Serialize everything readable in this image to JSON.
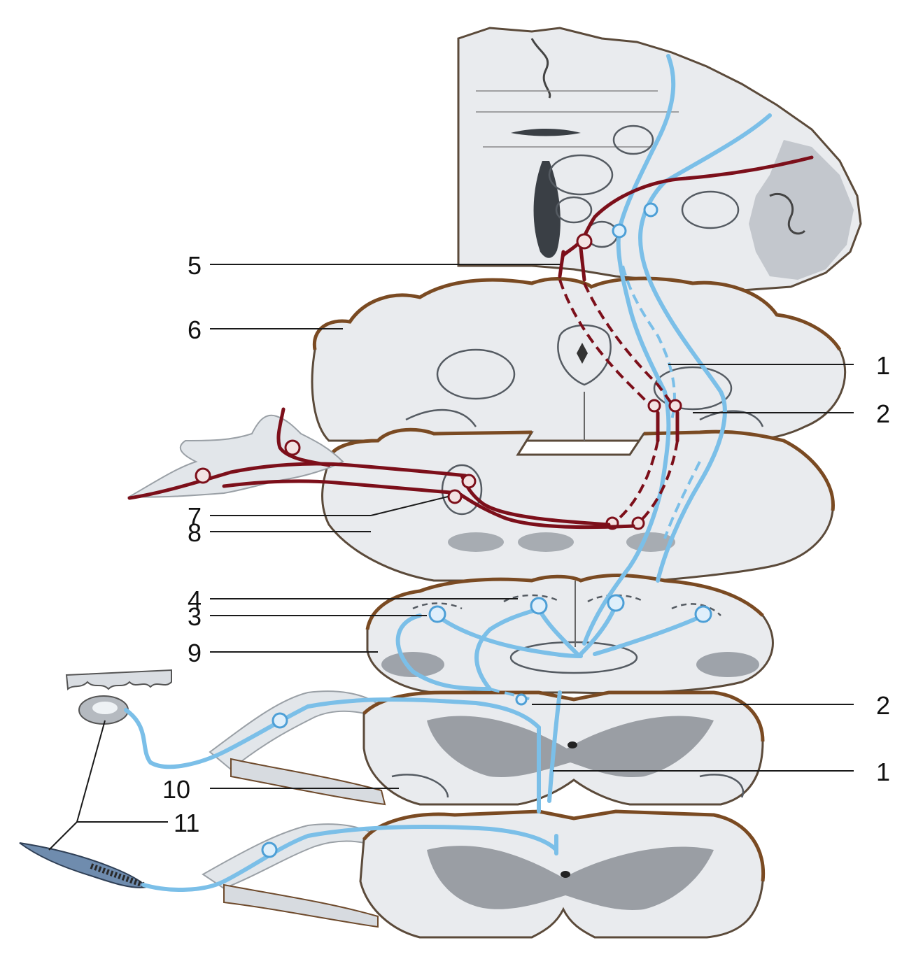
{
  "labels": {
    "l1a": "1",
    "l2a": "2",
    "l3": "3",
    "l4": "4",
    "l5": "5",
    "l6": "6",
    "l7": "7",
    "l8": "8",
    "l9": "9",
    "l10": "10",
    "l11": "11",
    "l2b": "2",
    "l1b": "1"
  },
  "colors": {
    "afferent_pathway": "#7bbfe8",
    "efferent_pathway": "#7c0f1a",
    "tissue": "#e9ebee",
    "grey_matter": "#7f848b",
    "rim": "#7a4a22"
  }
}
